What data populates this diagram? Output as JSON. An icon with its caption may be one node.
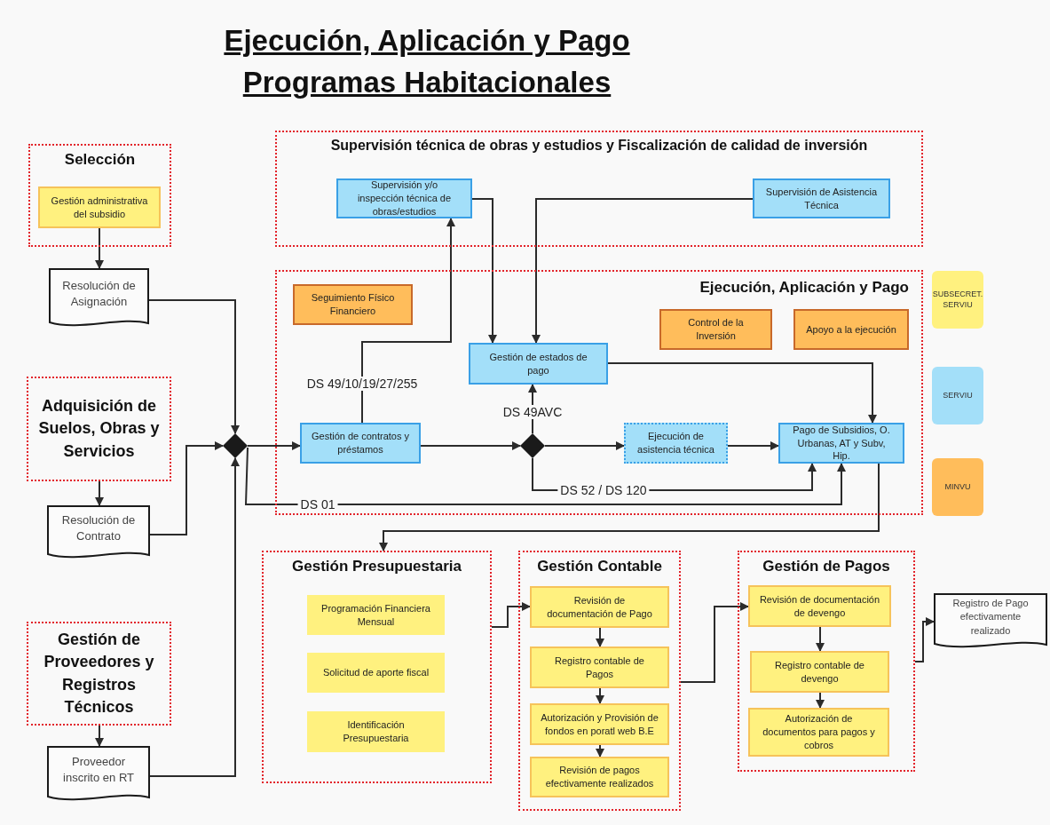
{
  "diagram": {
    "title": "Ejecución, Aplicación y Pago Programas Habitacionales",
    "nodes": [
      {
        "text": [
          "Selección"
        ]
      },
      {
        "text": [
          "Gestión administrativa del subsidio"
        ],
        "in": 0
      },
      {
        "text": [
          "Resolución de Asignación"
        ]
      },
      {
        "text": [
          "Adquisición de Suelos, Obras y Servicios"
        ]
      },
      {
        "text": [
          "Resolución de Contrato"
        ]
      },
      {
        "text": [
          "Gestión de Proveedores y Registros Técnicos"
        ]
      },
      {
        "text": [
          "Proveedor inscrito en RT"
        ]
      },
      {
        "text": [],
        "shape": "diamond"
      },
      {
        "text": [
          "Supervisión técnica de obras y estudios y Fiscalización de calidad de inversión"
        ]
      },
      {
        "text": [
          "Supervisión y/o inspección técnica de obras/estudios"
        ],
        "in": 8
      },
      {
        "text": [
          "Supervisión de Asistencia Técnica"
        ],
        "in": 8
      },
      {
        "text": [
          "Ejecución, Aplicación y Pago"
        ]
      },
      {
        "text": [
          "Seguimiento Físico Financiero"
        ],
        "in": 11
      },
      {
        "text": [
          "Control de la Inversión"
        ],
        "in": 11
      },
      {
        "text": [
          "Apoyo a la ejecución"
        ],
        "in": 11
      },
      {
        "text": [
          "Gestión de estados de pago"
        ],
        "in": 11
      },
      {
        "text": [
          "Gestión de contratos y préstamos"
        ],
        "in": 11
      },
      {
        "text": [],
        "shape": "diamond",
        "in": 11
      },
      {
        "text": [
          "Ejecución de asistencia técnica"
        ],
        "in": 11
      },
      {
        "text": [
          "Pago de Subsidios, O. Urbanas, AT y Subv, Hip."
        ],
        "in": 11
      },
      {
        "text": [
          "Gestión Presupuestaria"
        ]
      },
      {
        "text": [
          "Programación Financiera Mensual"
        ],
        "in": 20
      },
      {
        "text": [
          "Solicitud de aporte fiscal"
        ],
        "in": 20
      },
      {
        "text": [
          "Identificación Presupuestaria"
        ],
        "in": 20
      },
      {
        "text": [
          "Gestión Contable"
        ]
      },
      {
        "text": [
          "Revisión de documentación de Pago"
        ],
        "in": 24
      },
      {
        "text": [
          "Registro contable de Pagos"
        ],
        "in": 24
      },
      {
        "text": [
          "Autorización y Provisión de fondos en poratl web B.E"
        ],
        "in": 24
      },
      {
        "text": [
          "Revisión de pagos efectivamente realizados"
        ],
        "in": 24
      },
      {
        "text": [
          "Gestión de Pagos"
        ]
      },
      {
        "text": [
          "Revisión de documentación de devengo"
        ],
        "in": 29
      },
      {
        "text": [
          "Registro contable de devengo"
        ],
        "in": 29
      },
      {
        "text": [
          "Autorización de documentos para pagos y cobros"
        ],
        "in": 29
      },
      {
        "text": [
          "Registro de Pago efectivamente realizado"
        ]
      }
    ],
    "edges": [
      {
        "from": 1,
        "to": 2,
        "arrow": "to"
      },
      {
        "from": 3,
        "to": 4,
        "arrow": "to"
      },
      {
        "from": 5,
        "to": 6,
        "arrow": "to"
      },
      {
        "from": 2,
        "to": 7,
        "arrow": "to"
      },
      {
        "from": 4,
        "to": 7,
        "arrow": "to"
      },
      {
        "from": 6,
        "to": 7,
        "arrow": "to"
      },
      {
        "from": 7,
        "to": 16,
        "arrow": "to"
      },
      {
        "from": 7,
        "to": 19,
        "arrow": "to",
        "label": "DS 01"
      },
      {
        "from": 16,
        "to": 9,
        "arrow": "to",
        "label": "DS 49/10/19/27/255"
      },
      {
        "from": 9,
        "to": 15,
        "arrow": "to"
      },
      {
        "from": 10,
        "to": 15,
        "arrow": "to"
      },
      {
        "from": 16,
        "to": 17,
        "arrow": "to"
      },
      {
        "from": 17,
        "to": 15,
        "arrow": "to",
        "label": "DS 49AVC"
      },
      {
        "from": 17,
        "to": 18,
        "arrow": "to"
      },
      {
        "from": 18,
        "to": 19,
        "arrow": "to"
      },
      {
        "from": 17,
        "to": 19,
        "arrow": "to",
        "label": "DS 52 / DS 120"
      },
      {
        "from": 15,
        "to": 19,
        "arrow": "to"
      },
      {
        "from": 19,
        "to": 20,
        "arrow": "to"
      },
      {
        "from": 20,
        "to": 25,
        "arrow": "to"
      },
      {
        "from": 25,
        "to": 26,
        "arrow": "to"
      },
      {
        "from": 26,
        "to": 27,
        "arrow": "to"
      },
      {
        "from": 27,
        "to": 28,
        "arrow": "to"
      },
      {
        "from": 24,
        "to": 30,
        "arrow": "to"
      },
      {
        "from": 30,
        "to": 31,
        "arrow": "to"
      },
      {
        "from": 31,
        "to": 32,
        "arrow": "to"
      },
      {
        "from": 29,
        "to": 33,
        "arrow": "to"
      }
    ],
    "legend": [
      {
        "text": "SUBSECRET. SERVIU",
        "color": "#fff17f"
      },
      {
        "text": "SERVIU",
        "color": "#a3dff9"
      },
      {
        "text": "MINVU",
        "color": "#ffbd5b"
      }
    ]
  }
}
